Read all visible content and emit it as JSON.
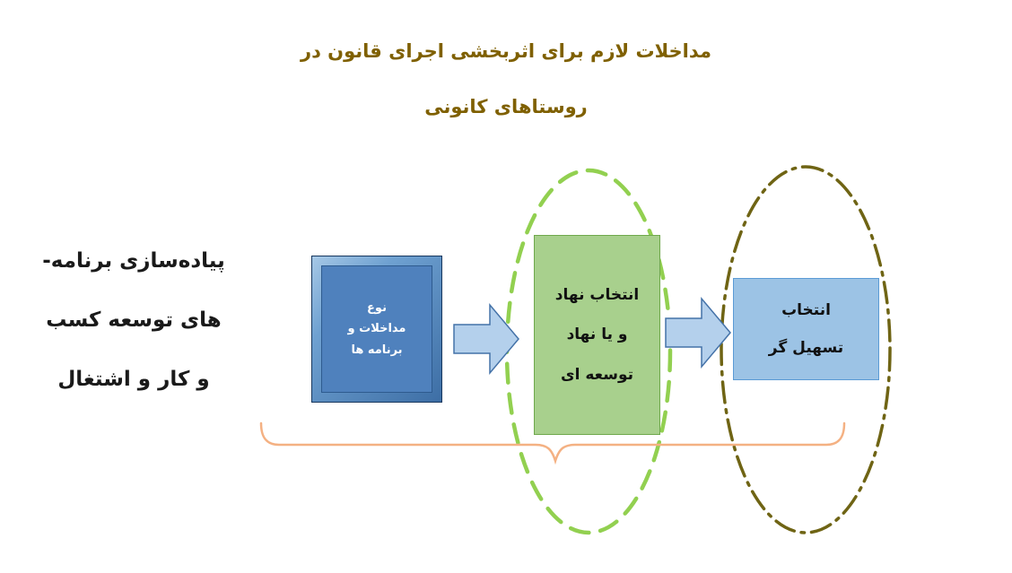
{
  "title": {
    "line1": "مداخلات لازم برای اثربخشی اجرای قانون در",
    "line2": "روستاهای کانونی"
  },
  "left_label": {
    "line1": "پیاده‌سازی برنامه-",
    "line2": "های توسعه کسب",
    "line3": "و کار و اشتغال"
  },
  "interventions_box": {
    "line1": "نوع",
    "line2": "مداخلات و",
    "line3": "برنامه ها"
  },
  "institution_box": {
    "line1": "انتخاب نهاد",
    "line2": "و یا نهاد",
    "line3": "توسعه ای"
  },
  "facilitator_box": {
    "line1": "انتخاب",
    "line2": "تسهیل گر"
  },
  "colors": {
    "title_text": "#7F6000",
    "interventions_fill": "#4F81BD",
    "interventions_border": "#17375E",
    "institution_fill": "#A8D08D",
    "institution_border": "#6FA84C",
    "facilitator_fill": "#9CC3E5",
    "facilitator_border": "#5B9BD5",
    "arrow_fill": "#B4D0EC",
    "arrow_stroke": "#4472A8",
    "green_ellipse_stroke": "#92D050",
    "olive_ellipse_stroke": "#6F6414",
    "brace_stroke": "#F4B183"
  }
}
